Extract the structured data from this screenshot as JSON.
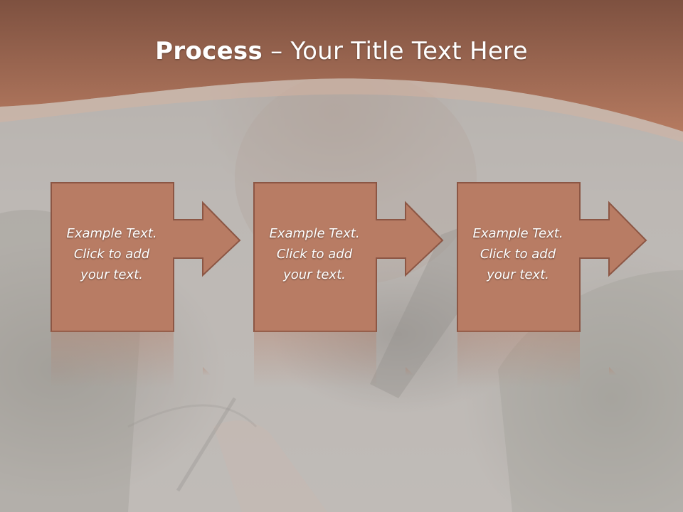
{
  "title": {
    "bold": "Process",
    "rest": " – Your Title Text Here"
  },
  "colors": {
    "header_top": "#7e5140",
    "header_bottom": "#b57a60",
    "box_fill": "#b87c64",
    "box_stroke": "#8c5644",
    "accent_band": "#d9b3a0"
  },
  "steps": [
    {
      "lines": [
        "Example Text.",
        "Click  to add",
        "your text."
      ]
    },
    {
      "lines": [
        "Example Text.",
        "Click  to add",
        "your text."
      ]
    },
    {
      "lines": [
        "Example Text.",
        "Click  to add",
        "your text."
      ]
    }
  ]
}
